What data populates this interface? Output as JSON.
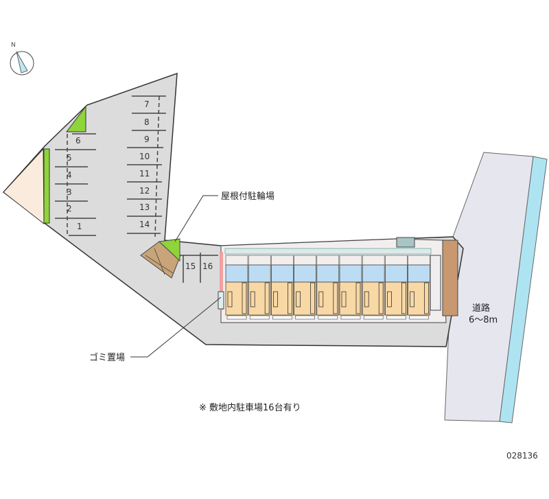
{
  "parking_numbers": [
    "1",
    "2",
    "3",
    "4",
    "5",
    "6",
    "7",
    "8",
    "9",
    "10",
    "11",
    "12",
    "13",
    "14",
    "15",
    "16"
  ],
  "labels": {
    "bicycle_parking": "屋根付駐輪場",
    "garbage": "ゴミ置場",
    "road_name": "道路",
    "road_width": "6〜8m",
    "note": "※ 敷地内駐車場16台有り",
    "code": "028136",
    "north": "N"
  },
  "units_count": 9,
  "colors": {
    "lot": "#dcdcdc",
    "green": "#8fd43a",
    "pink": "#fbebdc",
    "road": "#e6e6ef",
    "water": "#aee4f2",
    "unit_upper": "#bcdcf4",
    "unit_lower": "#f8d8a4",
    "shed": "#c8a478"
  }
}
